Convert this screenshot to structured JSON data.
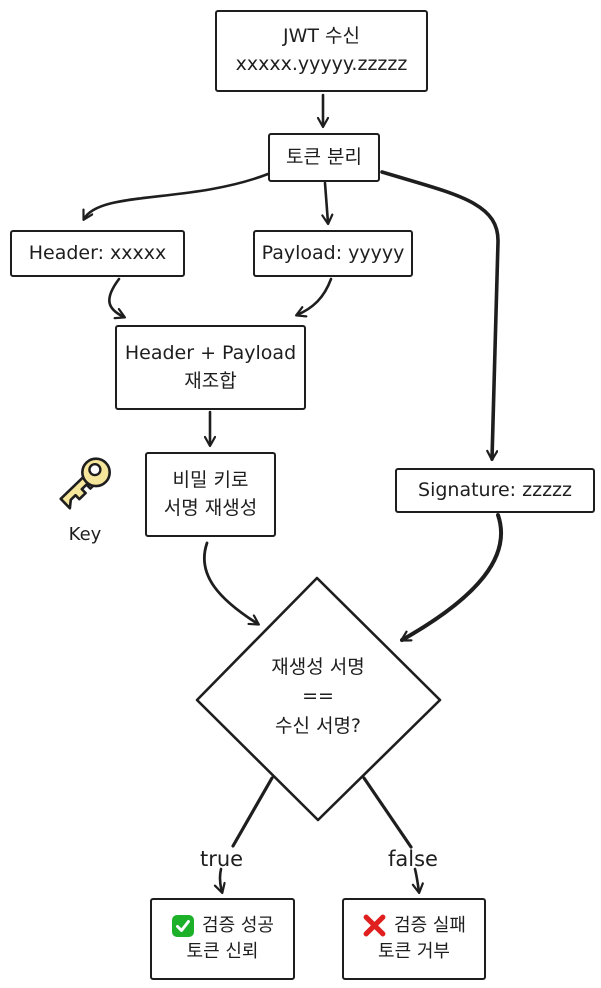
{
  "nodes": {
    "jwt": {
      "line1": "JWT 수신",
      "line2": "xxxxx.yyyyy.zzzzz"
    },
    "split": {
      "label": "토큰 분리"
    },
    "header": {
      "label": "Header: xxxxx"
    },
    "payload": {
      "label": "Payload: yyyyy"
    },
    "recombine": {
      "line1": "Header + Payload",
      "line2": "재조합"
    },
    "regen": {
      "line1": "비밀 키로",
      "line2": "서명 재생성"
    },
    "signature": {
      "label": "Signature: zzzzz"
    },
    "decision": {
      "line1": "재생성 서명",
      "line2": "==",
      "line3": "수신 서명?"
    },
    "success": {
      "line1": "검증 성공",
      "line2": "토큰 신뢰"
    },
    "fail": {
      "line1": "검증 실패",
      "line2": "토큰 거부"
    }
  },
  "labels": {
    "true_branch": "true",
    "false_branch": "false",
    "key_caption": "Key"
  },
  "icons": {
    "key": "key-icon",
    "success": "check-mark-icon",
    "fail": "cross-mark-icon"
  },
  "colors": {
    "stroke": "#1e1e1e",
    "background": "#ffffff",
    "key_fill": "#f5e69c",
    "success_green": "#1db12a",
    "fail_red": "#e01f1f"
  }
}
